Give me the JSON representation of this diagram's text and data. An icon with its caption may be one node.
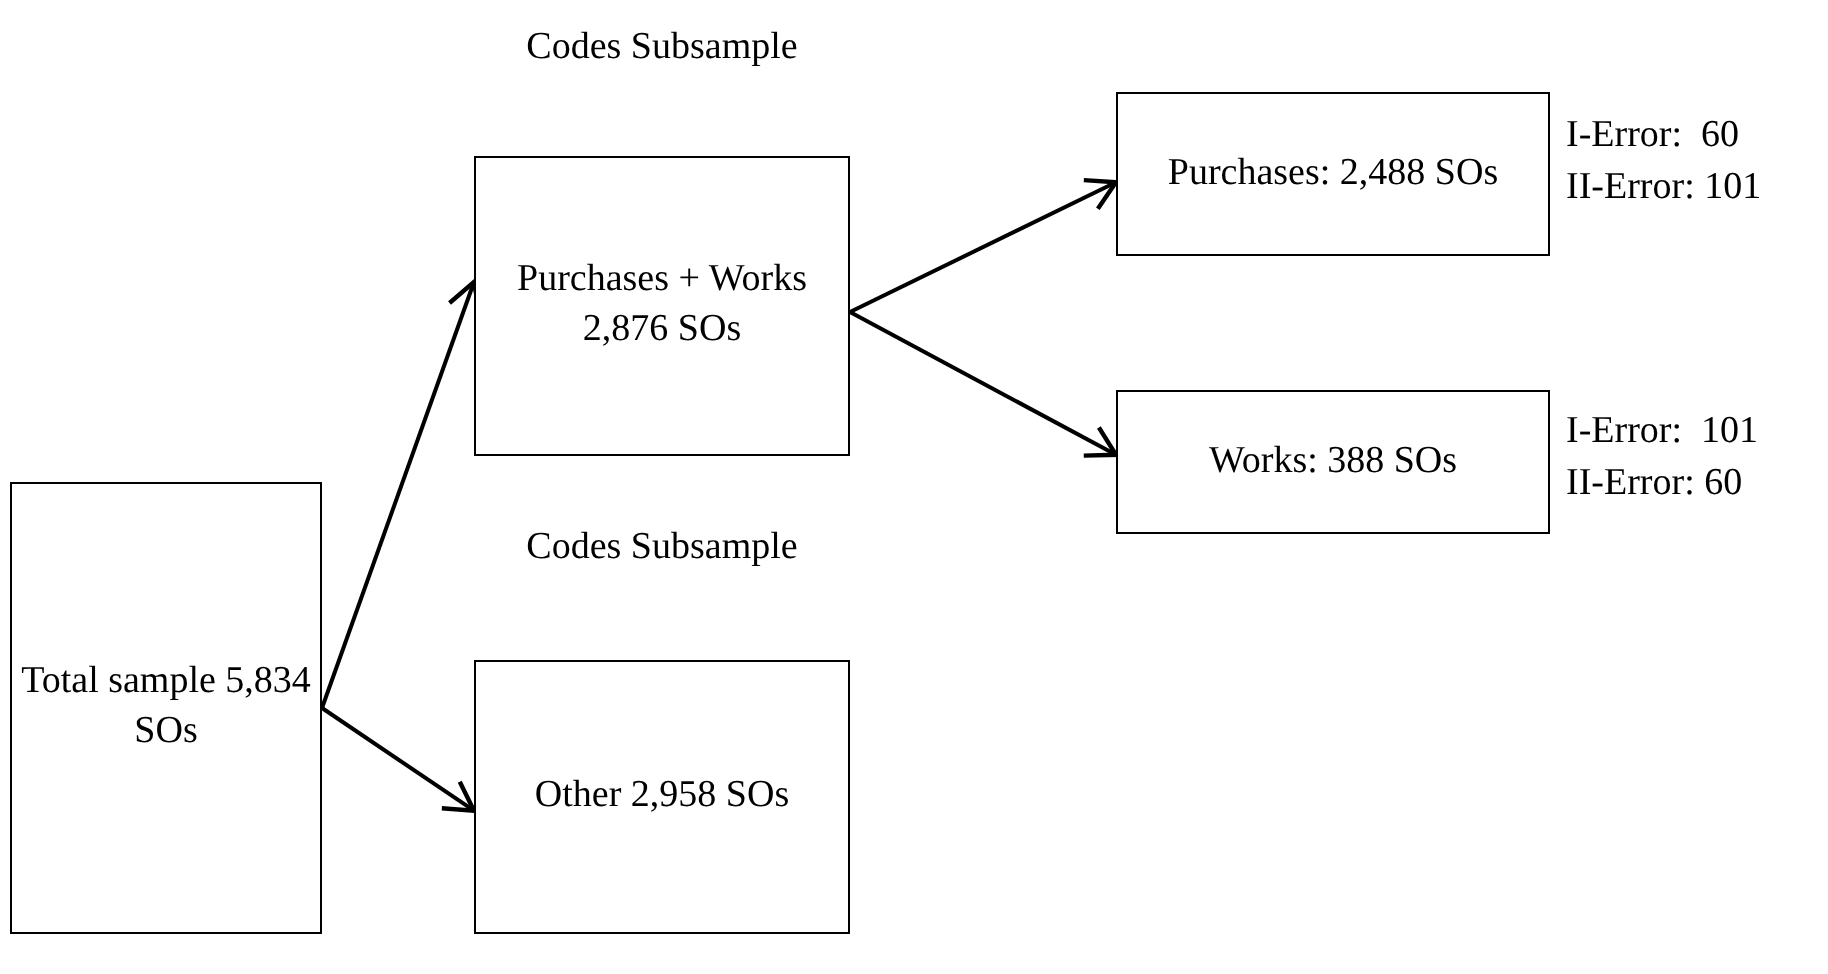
{
  "diagram": {
    "nodes": [
      {
        "text": [
          "Total sample 5,834 SOs"
        ]
      },
      {
        "text": [
          "Purchases + Works 2,876 SOs"
        ],
        "beside": [
          "Codes Subsample"
        ]
      },
      {
        "text": [
          "Other 2,958 SOs"
        ],
        "beside": [
          "Codes Subsample"
        ]
      },
      {
        "text": [
          "Purchases: 2,488 SOs"
        ],
        "beside": [
          "I-Error:  60",
          "II-Error: 101"
        ]
      },
      {
        "text": [
          "Works: 388 SOs"
        ],
        "beside": [
          "I-Error:  101",
          "II-Error: 60"
        ]
      }
    ],
    "edges": [
      {
        "from": 0,
        "to": 1,
        "arrow": "to"
      },
      {
        "from": 0,
        "to": 2,
        "arrow": "to"
      },
      {
        "from": 1,
        "to": 3,
        "arrow": "to"
      },
      {
        "from": 1,
        "to": 4,
        "arrow": "to"
      }
    ]
  }
}
